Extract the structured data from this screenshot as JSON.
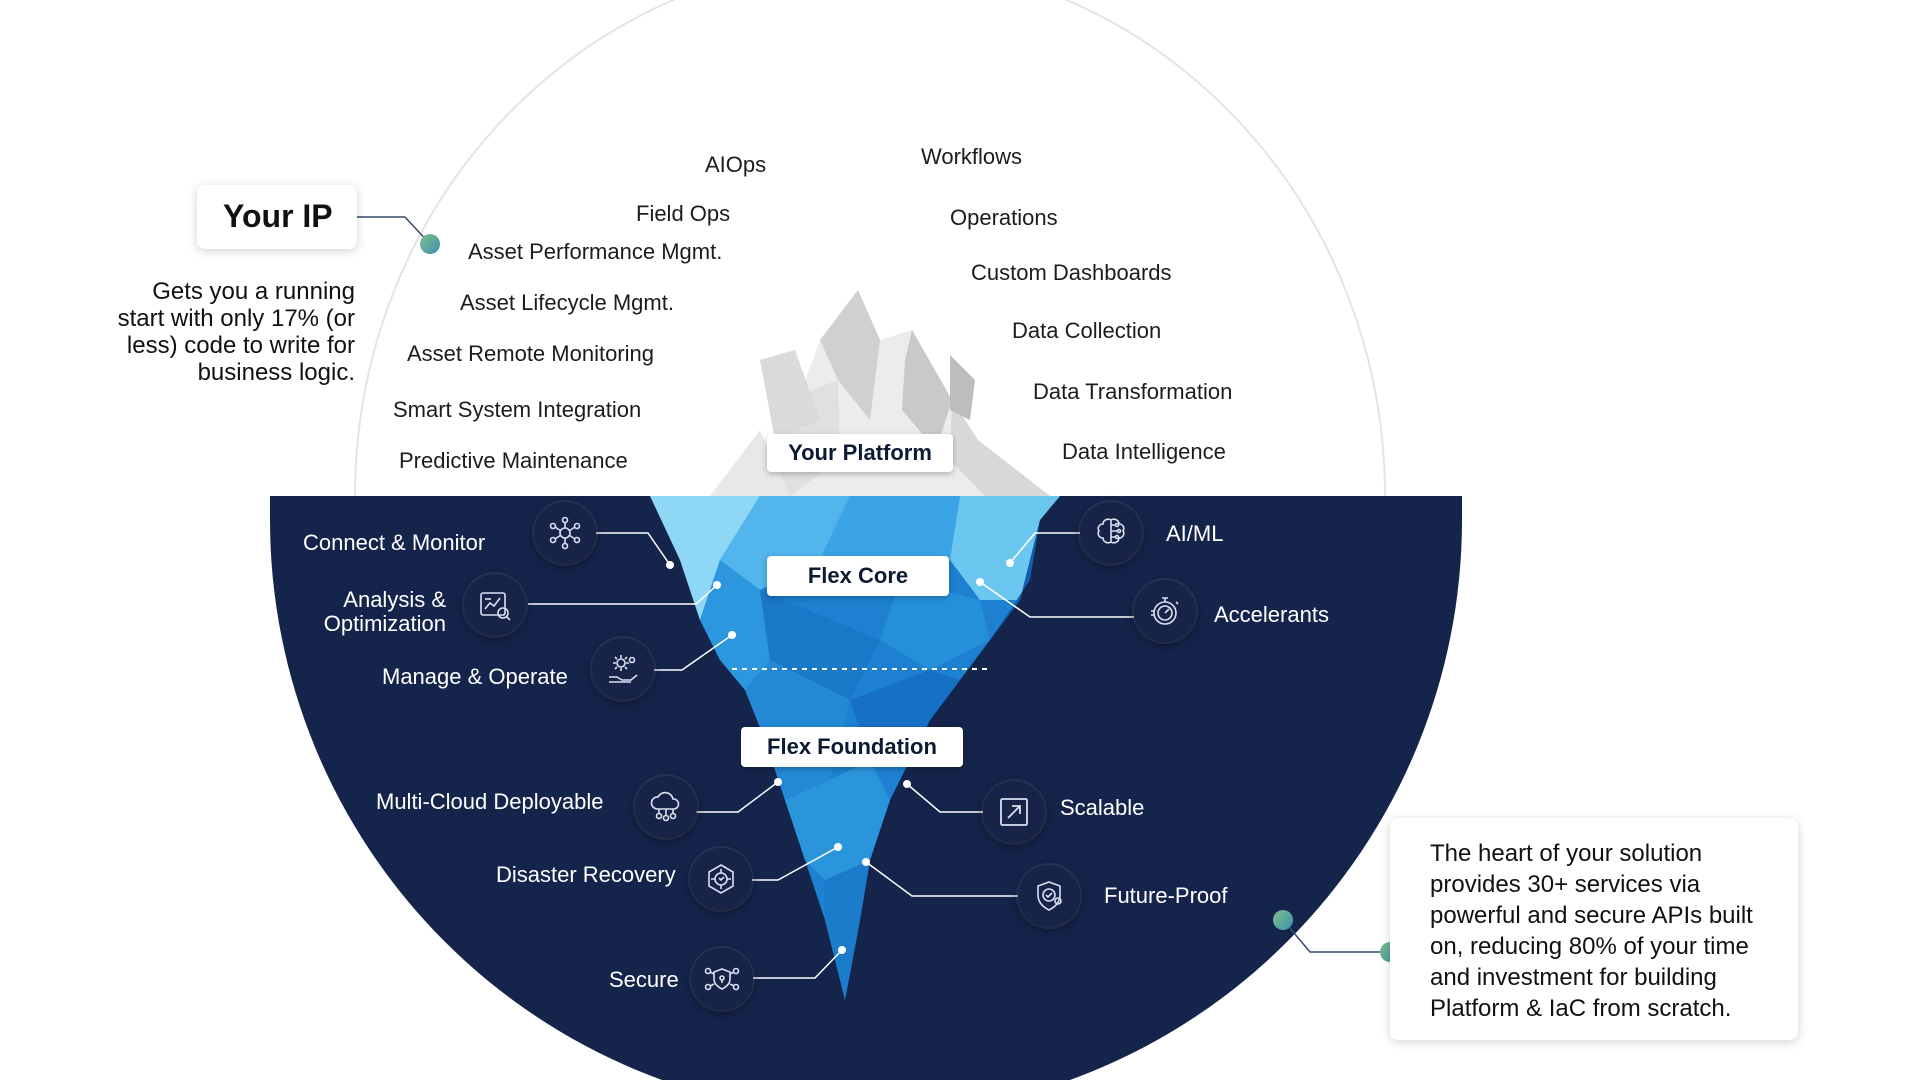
{
  "your_ip": {
    "title": "Your IP",
    "lines": [
      "Gets you a running",
      "start with only 17% (or",
      "less) code to write for",
      "business logic."
    ]
  },
  "platform_label": "Your Platform",
  "core_label": "Flex Core",
  "foundation_label": "Flex Foundation",
  "platform_items": {
    "left": [
      "AIOps",
      "Field Ops",
      "Asset Performance Mgmt.",
      "Asset Lifecycle Mgmt.",
      "Asset Remote Monitoring",
      "Smart System Integration",
      "Predictive Maintenance"
    ],
    "right": [
      "Workflows",
      "Operations",
      "Custom Dashboards",
      "Data Collection",
      "Data Transformation",
      "Data Intelligence"
    ]
  },
  "core_items": {
    "left": [
      "Connect & Monitor",
      "Analysis &",
      "Optimization",
      "Manage & Operate"
    ],
    "right": [
      "AI/ML",
      "Accelerants"
    ]
  },
  "foundation_items": {
    "left": [
      "Multi-Cloud Deployable",
      "Disaster Recovery",
      "Secure"
    ],
    "right": [
      "Scalable",
      "Future-Proof"
    ]
  },
  "heart": {
    "lines": [
      "The heart of your solution",
      "provides 30+ services via",
      "powerful and secure APIs built",
      "on, reducing 80% of your time",
      "and investment for building",
      "Platform & IaC from scratch."
    ]
  },
  "icons": {
    "connect": "network-hub-icon",
    "analysis": "analytics-report-icon",
    "manage": "gear-hand-icon",
    "cloud": "cloud-network-icon",
    "recovery": "recovery-cycle-icon",
    "secure": "shield-network-icon",
    "aiml": "brain-circuit-icon",
    "accelerants": "stopwatch-icon",
    "scalable": "expand-arrow-icon",
    "futureproof": "shield-check-icon"
  },
  "colors": {
    "water": "#15244b",
    "ice_light": "#8fd8f5",
    "ice_mid": "#2f9be0",
    "ice_dark": "#1670c4",
    "accent_dot": "#5aa89a"
  }
}
